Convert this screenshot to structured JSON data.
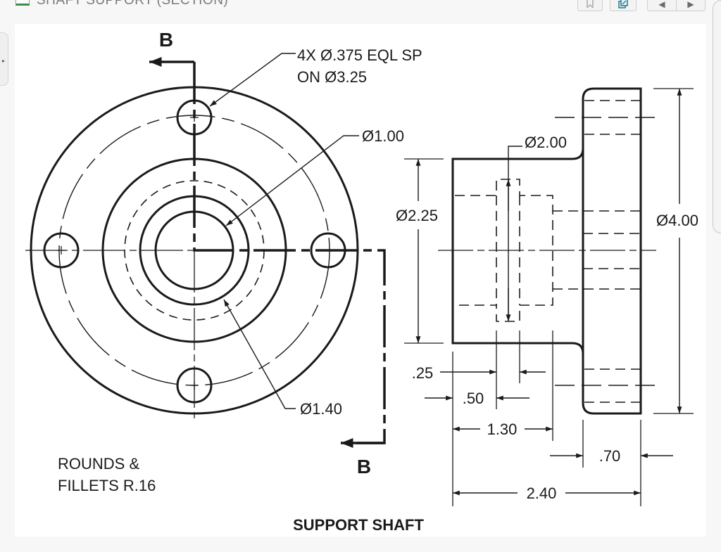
{
  "window": {
    "title": "SHAFT SUPPORT (SECTION)",
    "doc_icon": "spreadsheet-icon",
    "toolbar": {
      "bookmark_icon": "bookmark-icon",
      "popout_icon": "popout-icon",
      "prev_label": "◀",
      "next_label": "▶"
    },
    "side_tab_arrow": "▸"
  },
  "drawing": {
    "title": "SUPPORT SHAFT",
    "section_labels": {
      "top": "B",
      "bottom": "B"
    },
    "notes": {
      "rounds_line1": "ROUNDS &",
      "rounds_line2": "FILLETS R.16"
    },
    "callouts": {
      "holes_line1": "4X Ø.375 EQL SP",
      "holes_line2": "ON Ø3.25",
      "bore": "Ø1.00",
      "counterbore": "Ø1.40",
      "inner_side": "Ø2.00",
      "hub": "Ø2.25",
      "flange": "Ø4.00"
    },
    "dimensions": {
      "d025": ".25",
      "d050": ".50",
      "d130": "1.30",
      "d070": ".70",
      "d240": "2.40"
    }
  }
}
